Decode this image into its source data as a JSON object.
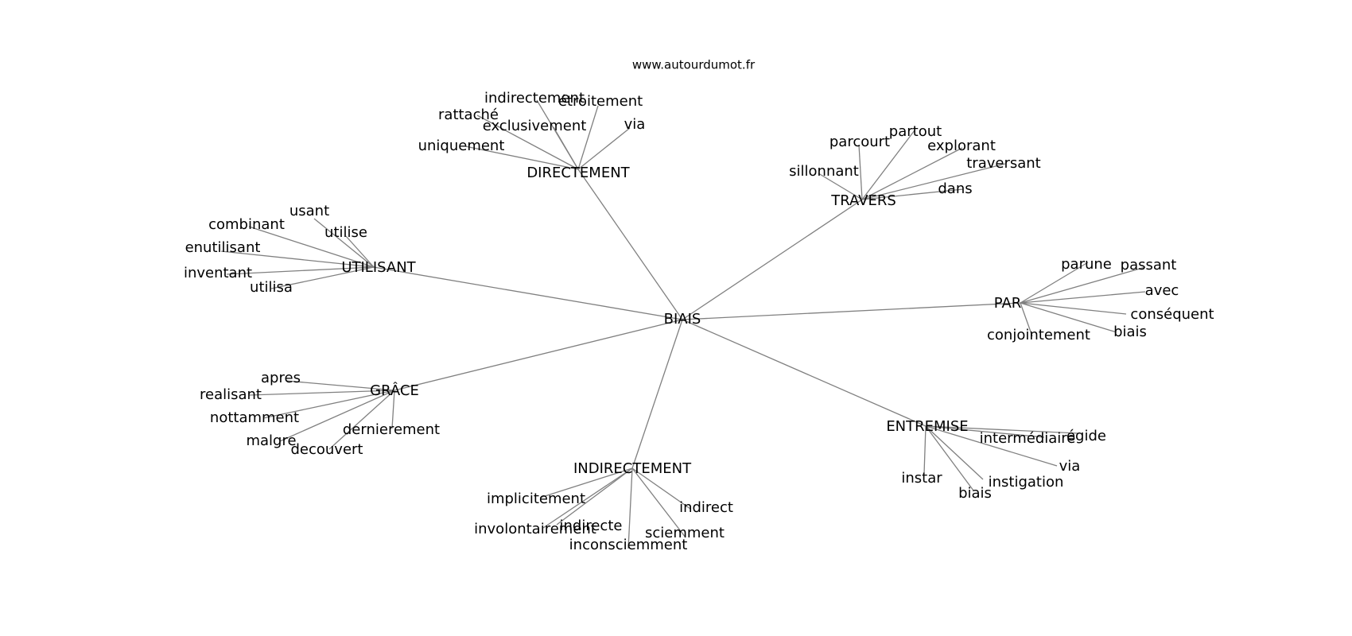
{
  "site": "www.autourdumot.fr",
  "graph": {
    "root": "BIAIS",
    "clusters": [
      {
        "hub": "DIRECTEMENT",
        "leaves": [
          "indirectement",
          "étroitement",
          "rattaché",
          "exclusivement",
          "via",
          "uniquement"
        ]
      },
      {
        "hub": "TRAVERS",
        "leaves": [
          "parcourt",
          "partout",
          "explorant",
          "traversant",
          "sillonnant",
          "dans"
        ]
      },
      {
        "hub": "UTILISANT",
        "leaves": [
          "usant",
          "combinant",
          "utilise",
          "enutilisant",
          "inventant",
          "utilisa"
        ]
      },
      {
        "hub": "PAR",
        "leaves": [
          "parune",
          "passant",
          "avec",
          "conséquent",
          "biais",
          "conjointement"
        ]
      },
      {
        "hub": "GRÂCE",
        "leaves": [
          "apres",
          "realisant",
          "nottamment",
          "dernierement",
          "malgre",
          "decouvert"
        ]
      },
      {
        "hub": "ENTREMISE",
        "leaves": [
          "égide",
          "intermédiaire",
          "via",
          "instar",
          "instigation",
          "biais"
        ]
      },
      {
        "hub": "INDIRECTEMENT",
        "leaves": [
          "implicitement",
          "indirect",
          "indirecte",
          "involontairement",
          "sciemment",
          "inconsciemment"
        ]
      }
    ]
  },
  "colors": {
    "edge": "#808080",
    "text": "#000000",
    "background": "#ffffff"
  }
}
